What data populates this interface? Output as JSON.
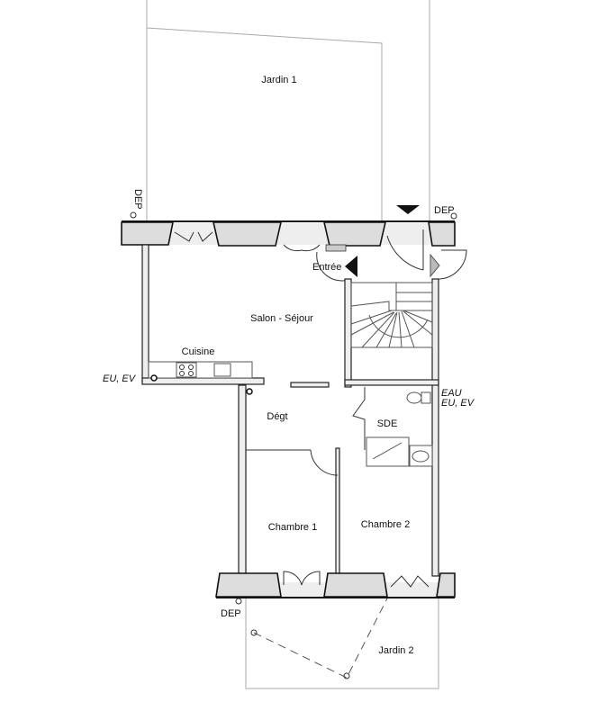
{
  "title": "Plan appartement",
  "rooms": {
    "jardin1": "Jardin 1",
    "entree": "Entrée",
    "salon": "Salon - Séjour",
    "cuisine": "Cuisine",
    "degt": "Dégt",
    "sde": "SDE",
    "chambre1": "Chambre 1",
    "chambre2": "Chambre 2",
    "jardin2": "Jardin 2"
  },
  "annotations": {
    "dep_top_left": "DEP",
    "dep_top_right": "DEP",
    "dep_bottom": "DEP",
    "eu_ev_kitchen": "EU, EV",
    "eau_sde": "EAU",
    "eu_ev_sde": "EU, EV"
  },
  "colors": {
    "wall": "#eeeeee",
    "outline": "#222222",
    "garden_line": "#aaaaaa"
  }
}
